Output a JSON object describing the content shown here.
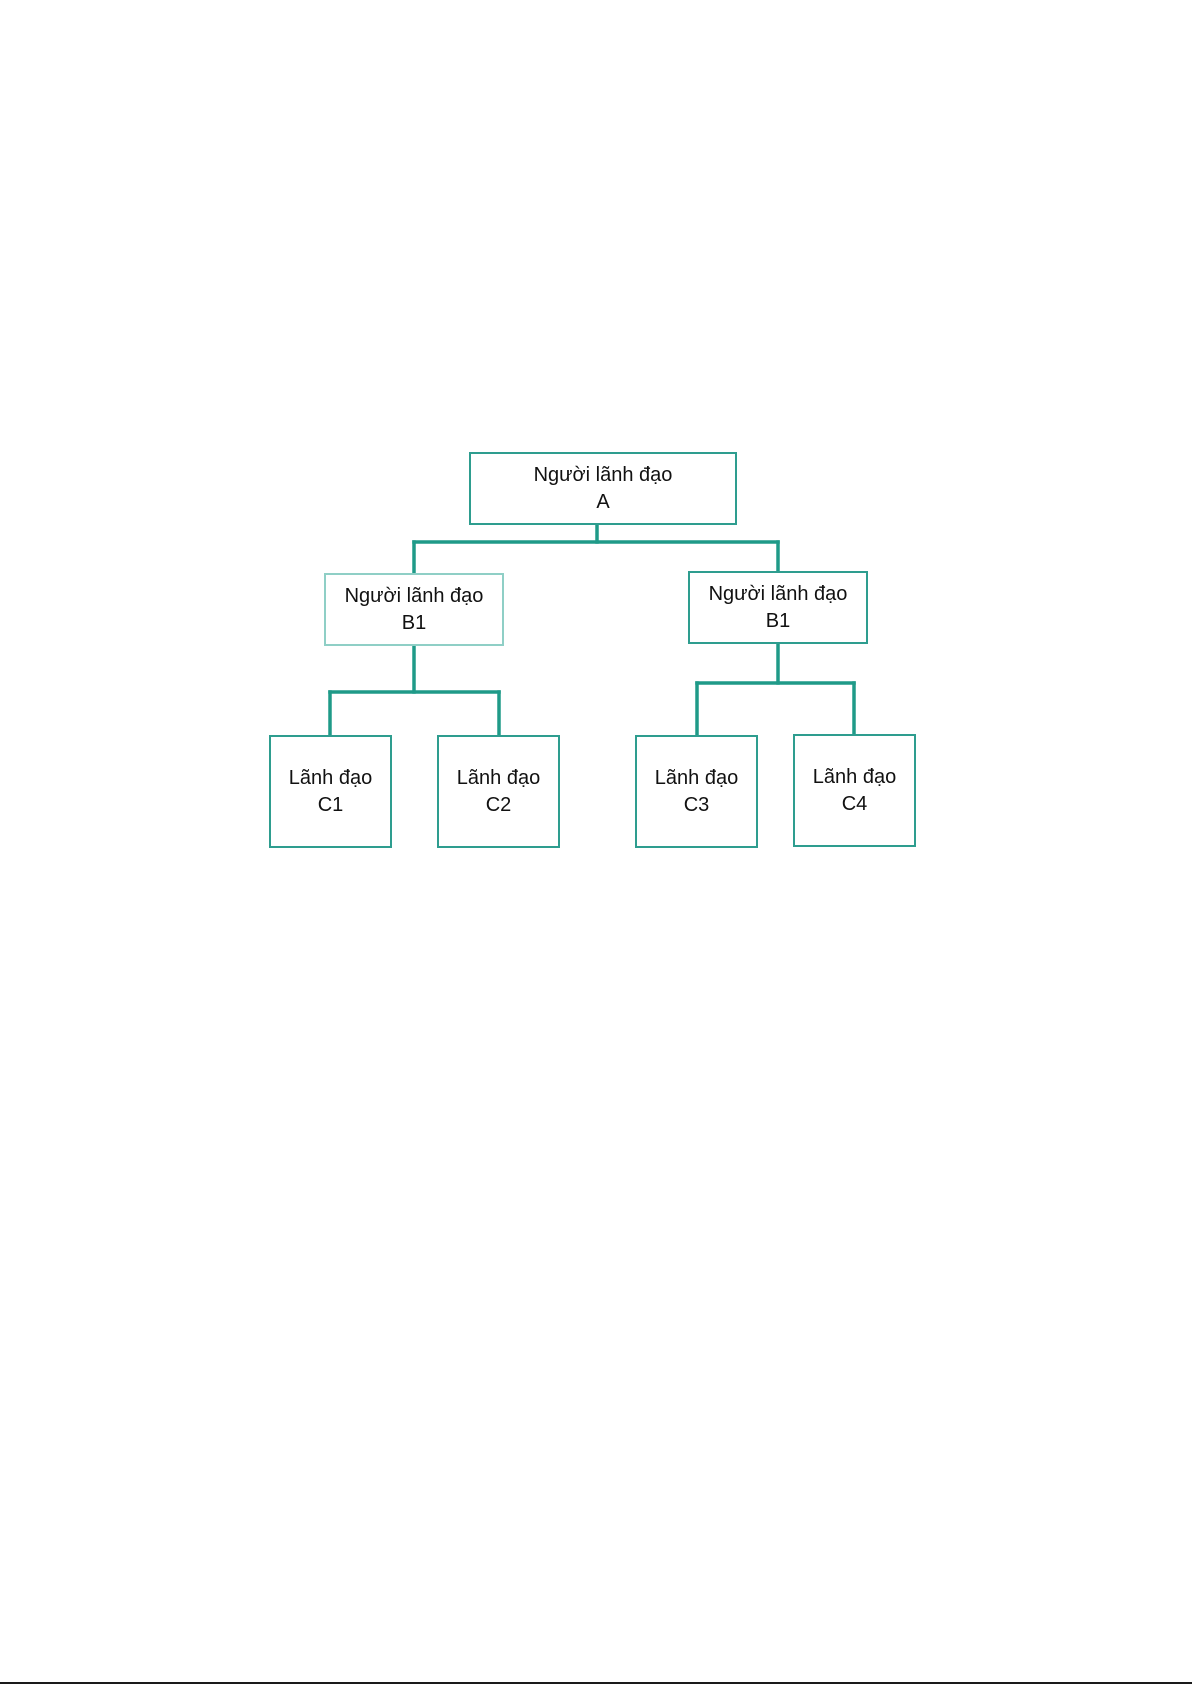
{
  "colors": {
    "connector": "#1f9a88",
    "node_border": "#2e9d8f",
    "node_border_light": "#8fcfc6",
    "text": "#111111",
    "background": "#ffffff"
  },
  "org_chart": {
    "root": {
      "line1": "Người lãnh đạo",
      "line2": "A"
    },
    "level2": [
      {
        "line1": "Người lãnh đạo",
        "line2": "B1"
      },
      {
        "line1": "Người lãnh đạo",
        "line2": "B1"
      }
    ],
    "level3": [
      {
        "line1": "Lãnh đạo",
        "line2": "C1"
      },
      {
        "line1": "Lãnh đạo",
        "line2": "C2"
      },
      {
        "line1": "Lãnh đạo",
        "line2": "C3"
      },
      {
        "line1": "Lãnh đạo",
        "line2": "C4"
      }
    ]
  }
}
